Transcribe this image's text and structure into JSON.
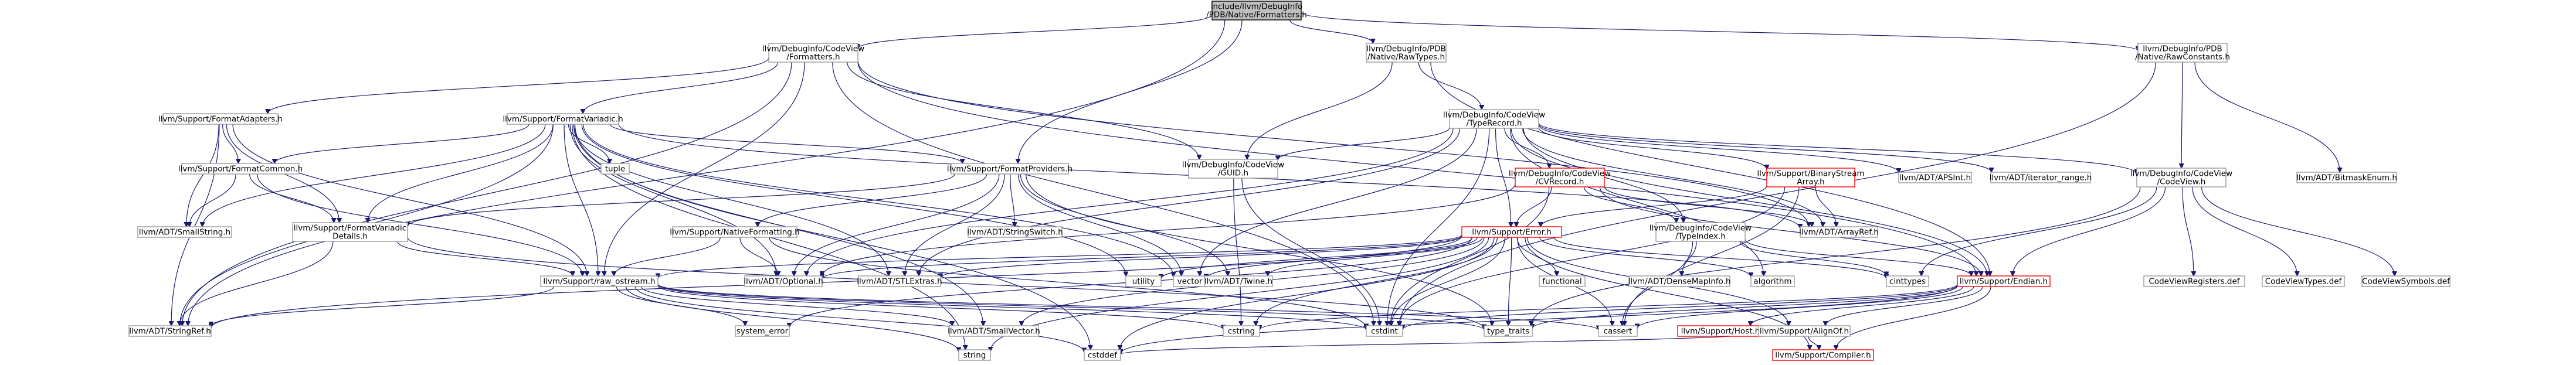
{
  "graph": {
    "colors": {
      "edge": "#191970",
      "node_border": "#999999",
      "node_border_incomplete": "#ff0000",
      "node_fill": "#ffffff",
      "root_fill": "#bfbfbf",
      "root_border": "#000000",
      "text": "#000000"
    },
    "nodes": [
      {
        "id": "root",
        "lines": [
          "include/llvm/DebugInfo",
          "/PDB/Native/Formatters.h"
        ],
        "kind": "root"
      },
      {
        "id": "cv_formatters",
        "lines": [
          "llvm/DebugInfo/CodeView",
          "/Formatters.h"
        ]
      },
      {
        "id": "pdb_rawtypes",
        "lines": [
          "llvm/DebugInfo/PDB",
          "/Native/RawTypes.h"
        ]
      },
      {
        "id": "pdb_rawconstants",
        "lines": [
          "llvm/DebugInfo/PDB",
          "/Native/RawConstants.h"
        ]
      },
      {
        "id": "fmt_adapters",
        "lines": [
          "llvm/Support/FormatAdapters.h"
        ]
      },
      {
        "id": "fmt_variadic",
        "lines": [
          "llvm/Support/FormatVariadic.h"
        ]
      },
      {
        "id": "cv_typerecord",
        "lines": [
          "llvm/DebugInfo/CodeView",
          "/TypeRecord.h"
        ]
      },
      {
        "id": "fmt_common",
        "lines": [
          "llvm/Support/FormatCommon.h"
        ]
      },
      {
        "id": "tuple",
        "lines": [
          "tuple"
        ]
      },
      {
        "id": "fmt_providers",
        "lines": [
          "llvm/Support/FormatProviders.h"
        ]
      },
      {
        "id": "cv_guid",
        "lines": [
          "llvm/DebugInfo/CodeView",
          "/GUID.h"
        ]
      },
      {
        "id": "cv_cvrecord",
        "lines": [
          "llvm/DebugInfo/CodeView",
          "/CVRecord.h"
        ],
        "kind": "incomplete"
      },
      {
        "id": "binstream_array",
        "lines": [
          "llvm/Support/BinaryStream",
          "Array.h"
        ],
        "kind": "incomplete"
      },
      {
        "id": "adt_apsint",
        "lines": [
          "llvm/ADT/APSInt.h"
        ]
      },
      {
        "id": "adt_iterrange",
        "lines": [
          "llvm/ADT/iterator_range.h"
        ]
      },
      {
        "id": "cv_codeview",
        "lines": [
          "llvm/DebugInfo/CodeView",
          "/CodeView.h"
        ]
      },
      {
        "id": "adt_bitmaskenum",
        "lines": [
          "llvm/ADT/BitmaskEnum.h"
        ]
      },
      {
        "id": "adt_smallstring",
        "lines": [
          "llvm/ADT/SmallString.h"
        ]
      },
      {
        "id": "fmt_variadic_details",
        "lines": [
          "llvm/Support/FormatVariadic",
          "Details.h"
        ]
      },
      {
        "id": "native_formatting",
        "lines": [
          "llvm/Support/NativeFormatting.h"
        ]
      },
      {
        "id": "adt_stringswitch",
        "lines": [
          "llvm/ADT/StringSwitch.h"
        ]
      },
      {
        "id": "support_error",
        "lines": [
          "llvm/Support/Error.h"
        ],
        "kind": "incomplete"
      },
      {
        "id": "cv_typeindex",
        "lines": [
          "llvm/DebugInfo/CodeView",
          "/TypeIndex.h"
        ]
      },
      {
        "id": "adt_arrayref",
        "lines": [
          "llvm/ADT/ArrayRef.h"
        ]
      },
      {
        "id": "raw_ostream",
        "lines": [
          "llvm/Support/raw_ostream.h"
        ]
      },
      {
        "id": "adt_optional",
        "lines": [
          "llvm/ADT/Optional.h"
        ]
      },
      {
        "id": "adt_stlextras",
        "lines": [
          "llvm/ADT/STLExtras.h"
        ]
      },
      {
        "id": "utility",
        "lines": [
          "utility"
        ]
      },
      {
        "id": "vector",
        "lines": [
          "vector"
        ]
      },
      {
        "id": "adt_twine",
        "lines": [
          "llvm/ADT/Twine.h"
        ]
      },
      {
        "id": "functional",
        "lines": [
          "functional"
        ]
      },
      {
        "id": "adt_densemapinfo",
        "lines": [
          "llvm/ADT/DenseMapInfo.h"
        ]
      },
      {
        "id": "algorithm",
        "lines": [
          "algorithm"
        ]
      },
      {
        "id": "cinttypes",
        "lines": [
          "cinttypes"
        ]
      },
      {
        "id": "support_endian",
        "lines": [
          "llvm/Support/Endian.h"
        ],
        "kind": "incomplete"
      },
      {
        "id": "cv_registers",
        "lines": [
          "CodeViewRegisters.def"
        ]
      },
      {
        "id": "cv_types_def",
        "lines": [
          "CodeViewTypes.def"
        ]
      },
      {
        "id": "cv_symbols_def",
        "lines": [
          "CodeViewSymbols.def"
        ]
      },
      {
        "id": "adt_stringref",
        "lines": [
          "llvm/ADT/StringRef.h"
        ]
      },
      {
        "id": "system_error",
        "lines": [
          "system_error"
        ]
      },
      {
        "id": "adt_smallvector",
        "lines": [
          "llvm/ADT/SmallVector.h"
        ]
      },
      {
        "id": "cstring",
        "lines": [
          "cstring"
        ]
      },
      {
        "id": "cstdint",
        "lines": [
          "cstdint"
        ]
      },
      {
        "id": "type_traits",
        "lines": [
          "type_traits"
        ]
      },
      {
        "id": "cassert",
        "lines": [
          "cassert"
        ]
      },
      {
        "id": "support_host",
        "lines": [
          "llvm/Support/Host.h"
        ],
        "kind": "incomplete"
      },
      {
        "id": "support_alignof",
        "lines": [
          "llvm/Support/AlignOf.h"
        ]
      },
      {
        "id": "string",
        "lines": [
          "string"
        ]
      },
      {
        "id": "cstddef",
        "lines": [
          "cstddef"
        ]
      },
      {
        "id": "support_compiler",
        "lines": [
          "llvm/Support/Compiler.h"
        ],
        "kind": "incomplete"
      }
    ],
    "edges": [
      [
        "root",
        "cv_formatters"
      ],
      [
        "root",
        "pdb_rawtypes"
      ],
      [
        "root",
        "pdb_rawconstants"
      ],
      [
        "root",
        "fmt_providers"
      ],
      [
        "root",
        "adt_stringref"
      ],
      [
        "cv_formatters",
        "fmt_adapters"
      ],
      [
        "cv_formatters",
        "fmt_variadic"
      ],
      [
        "cv_formatters",
        "cv_guid"
      ],
      [
        "cv_formatters",
        "adt_arrayref"
      ],
      [
        "cv_formatters",
        "adt_stringref"
      ],
      [
        "cv_formatters",
        "raw_ostream"
      ],
      [
        "cv_formatters",
        "cstdint"
      ],
      [
        "cv_formatters",
        "support_endian"
      ],
      [
        "pdb_rawtypes",
        "cv_guid"
      ],
      [
        "pdb_rawtypes",
        "cv_typerecord"
      ],
      [
        "pdb_rawtypes",
        "support_endian"
      ],
      [
        "pdb_rawconstants",
        "cv_codeview"
      ],
      [
        "pdb_rawconstants",
        "adt_bitmaskenum"
      ],
      [
        "pdb_rawconstants",
        "cstdint"
      ],
      [
        "fmt_adapters",
        "adt_smallstring"
      ],
      [
        "fmt_adapters",
        "fmt_common"
      ],
      [
        "fmt_adapters",
        "fmt_variadic_details"
      ],
      [
        "fmt_adapters",
        "raw_ostream"
      ],
      [
        "fmt_adapters",
        "adt_stringref"
      ],
      [
        "fmt_variadic",
        "tuple"
      ],
      [
        "fmt_variadic",
        "fmt_providers"
      ],
      [
        "fmt_variadic",
        "fmt_common"
      ],
      [
        "fmt_variadic",
        "fmt_variadic_details"
      ],
      [
        "fmt_variadic",
        "raw_ostream"
      ],
      [
        "fmt_variadic",
        "adt_smallstring"
      ],
      [
        "fmt_variadic",
        "adt_optional"
      ],
      [
        "fmt_variadic",
        "adt_stlextras"
      ],
      [
        "fmt_variadic",
        "utility"
      ],
      [
        "fmt_variadic",
        "vector"
      ],
      [
        "fmt_variadic",
        "cstddef"
      ],
      [
        "fmt_variadic",
        "string"
      ],
      [
        "fmt_variadic",
        "adt_stringref"
      ],
      [
        "fmt_variadic",
        "adt_smallvector"
      ],
      [
        "fmt_variadic",
        "adt_arrayref"
      ],
      [
        "fmt_common",
        "fmt_variadic_details"
      ],
      [
        "fmt_common",
        "raw_ostream"
      ],
      [
        "fmt_common",
        "adt_smallstring"
      ],
      [
        "fmt_variadic_details",
        "raw_ostream"
      ],
      [
        "fmt_variadic_details",
        "adt_stringref"
      ],
      [
        "fmt_variadic_details",
        "type_traits"
      ],
      [
        "fmt_providers",
        "fmt_variadic_details"
      ],
      [
        "fmt_providers",
        "native_formatting"
      ],
      [
        "fmt_providers",
        "adt_stringswitch"
      ],
      [
        "fmt_providers",
        "adt_optional"
      ],
      [
        "fmt_providers",
        "adt_stlextras"
      ],
      [
        "fmt_providers",
        "adt_twine"
      ],
      [
        "fmt_providers",
        "type_traits"
      ],
      [
        "fmt_providers",
        "vector"
      ],
      [
        "native_formatting",
        "raw_ostream"
      ],
      [
        "native_formatting",
        "adt_optional"
      ],
      [
        "native_formatting",
        "cstdint"
      ],
      [
        "cv_typerecord",
        "cv_cvrecord"
      ],
      [
        "cv_typerecord",
        "binstream_array"
      ],
      [
        "cv_typerecord",
        "adt_apsint"
      ],
      [
        "cv_typerecord",
        "adt_iterrange"
      ],
      [
        "cv_typerecord",
        "cv_codeview"
      ],
      [
        "cv_typerecord",
        "cv_guid"
      ],
      [
        "cv_typerecord",
        "cv_typeindex"
      ],
      [
        "cv_typerecord",
        "adt_arrayref"
      ],
      [
        "cv_typerecord",
        "support_endian"
      ],
      [
        "cv_typerecord",
        "adt_optional"
      ],
      [
        "cv_typerecord",
        "adt_stlextras"
      ],
      [
        "cv_typerecord",
        "cstdint"
      ],
      [
        "cv_typerecord",
        "vector"
      ],
      [
        "cv_typerecord",
        "algorithm"
      ],
      [
        "cv_typerecord",
        "support_error"
      ],
      [
        "cv_cvrecord",
        "support_error"
      ],
      [
        "cv_cvrecord",
        "cv_typeindex"
      ],
      [
        "cv_cvrecord",
        "adt_arrayref"
      ],
      [
        "cv_cvrecord",
        "adt_optional"
      ],
      [
        "cv_cvrecord",
        "support_endian"
      ],
      [
        "cv_cvrecord",
        "cstdint"
      ],
      [
        "binstream_array",
        "adt_arrayref"
      ],
      [
        "binstream_array",
        "support_error"
      ],
      [
        "binstream_array",
        "cassert"
      ],
      [
        "binstream_array",
        "cstdint"
      ],
      [
        "cv_guid",
        "cstring"
      ],
      [
        "cv_guid",
        "cstdint"
      ],
      [
        "cv_typeindex",
        "adt_densemapinfo"
      ],
      [
        "cv_typeindex",
        "support_endian"
      ],
      [
        "cv_typeindex",
        "cinttypes"
      ],
      [
        "cv_typeindex",
        "cassert"
      ],
      [
        "cv_codeview",
        "cinttypes"
      ],
      [
        "cv_codeview",
        "type_traits"
      ],
      [
        "cv_codeview",
        "support_endian"
      ],
      [
        "cv_codeview",
        "cv_registers"
      ],
      [
        "cv_codeview",
        "cv_types_def"
      ],
      [
        "cv_codeview",
        "cv_symbols_def"
      ],
      [
        "support_error",
        "adt_optional"
      ],
      [
        "support_error",
        "adt_stlextras"
      ],
      [
        "support_error",
        "utility"
      ],
      [
        "support_error",
        "vector"
      ],
      [
        "support_error",
        "adt_twine"
      ],
      [
        "support_error",
        "functional"
      ],
      [
        "support_error",
        "algorithm"
      ],
      [
        "support_error",
        "cinttypes"
      ],
      [
        "support_error",
        "adt_stringref"
      ],
      [
        "support_error",
        "system_error"
      ],
      [
        "support_error",
        "adt_smallvector"
      ],
      [
        "support_error",
        "cstring"
      ],
      [
        "support_error",
        "cstdint"
      ],
      [
        "support_error",
        "type_traits"
      ],
      [
        "support_error",
        "cassert"
      ],
      [
        "support_error",
        "support_alignof"
      ],
      [
        "support_error",
        "string"
      ],
      [
        "support_error",
        "cstddef"
      ],
      [
        "support_error",
        "support_compiler"
      ],
      [
        "support_error",
        "raw_ostream"
      ],
      [
        "support_endian",
        "support_host"
      ],
      [
        "support_endian",
        "support_alignof"
      ],
      [
        "support_endian",
        "support_compiler"
      ],
      [
        "support_endian",
        "cassert"
      ],
      [
        "support_endian",
        "cstdint"
      ],
      [
        "support_endian",
        "cstddef"
      ],
      [
        "support_endian",
        "cstring"
      ],
      [
        "support_endian",
        "type_traits"
      ],
      [
        "raw_ostream",
        "adt_smallvector"
      ],
      [
        "raw_ostream",
        "adt_stringref"
      ],
      [
        "raw_ostream",
        "cassert"
      ],
      [
        "raw_ostream",
        "cstddef"
      ],
      [
        "raw_ostream",
        "cstdint"
      ],
      [
        "raw_ostream",
        "cstring"
      ],
      [
        "raw_ostream",
        "string"
      ],
      [
        "raw_ostream",
        "system_error"
      ],
      [
        "raw_ostream",
        "type_traits"
      ],
      [
        "support_alignof",
        "support_compiler"
      ],
      [
        "support_alignof",
        "cstddef"
      ]
    ]
  }
}
